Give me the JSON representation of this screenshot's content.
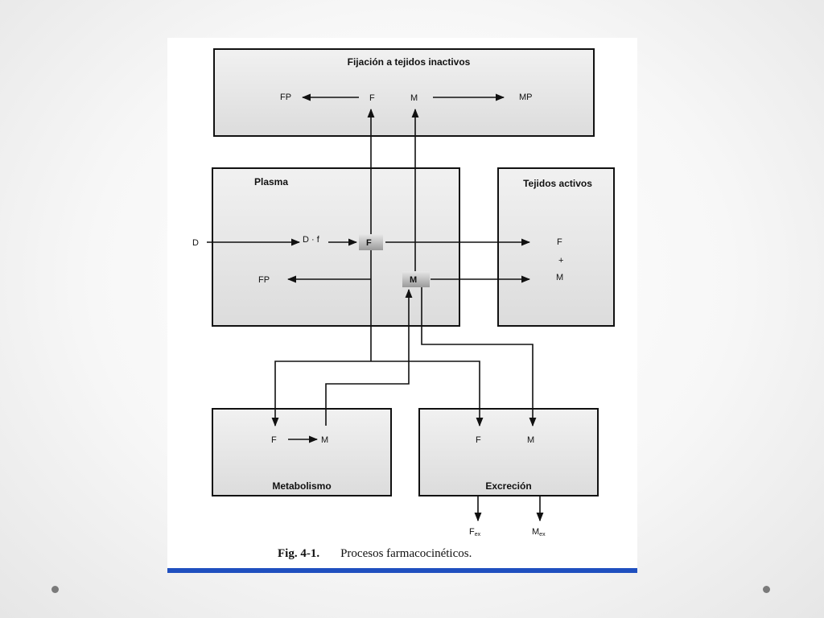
{
  "diagram": {
    "boxes": {
      "fijacion": "Fijación a tejidos inactivos",
      "plasma": "Plasma",
      "tejidos_activos": "Tejidos activos",
      "metabolismo": "Metabolismo",
      "excrecion": "Excreción"
    },
    "nodes": {
      "fijacion_fp": "FP",
      "fijacion_f": "F",
      "fijacion_m": "M",
      "fijacion_mp": "MP",
      "d_input": "D",
      "plasma_df": "D · f",
      "plasma_f": "F",
      "plasma_fp": "FP",
      "plasma_m": "M",
      "activos_f": "F",
      "activos_plus": "+",
      "activos_m": "M",
      "metab_f": "F",
      "metab_m": "M",
      "excr_f": "F",
      "excr_m": "M",
      "fex_main": "F",
      "fex_sub": "ex",
      "mex_main": "M",
      "mex_sub": "ex"
    }
  },
  "caption": {
    "label": "Fig. 4-1.",
    "text": "Procesos farmacocinéticos."
  },
  "colors": {
    "box_fill": "#e9e9e9",
    "line": "#111111",
    "accent_bar": "#1f4fbf"
  }
}
